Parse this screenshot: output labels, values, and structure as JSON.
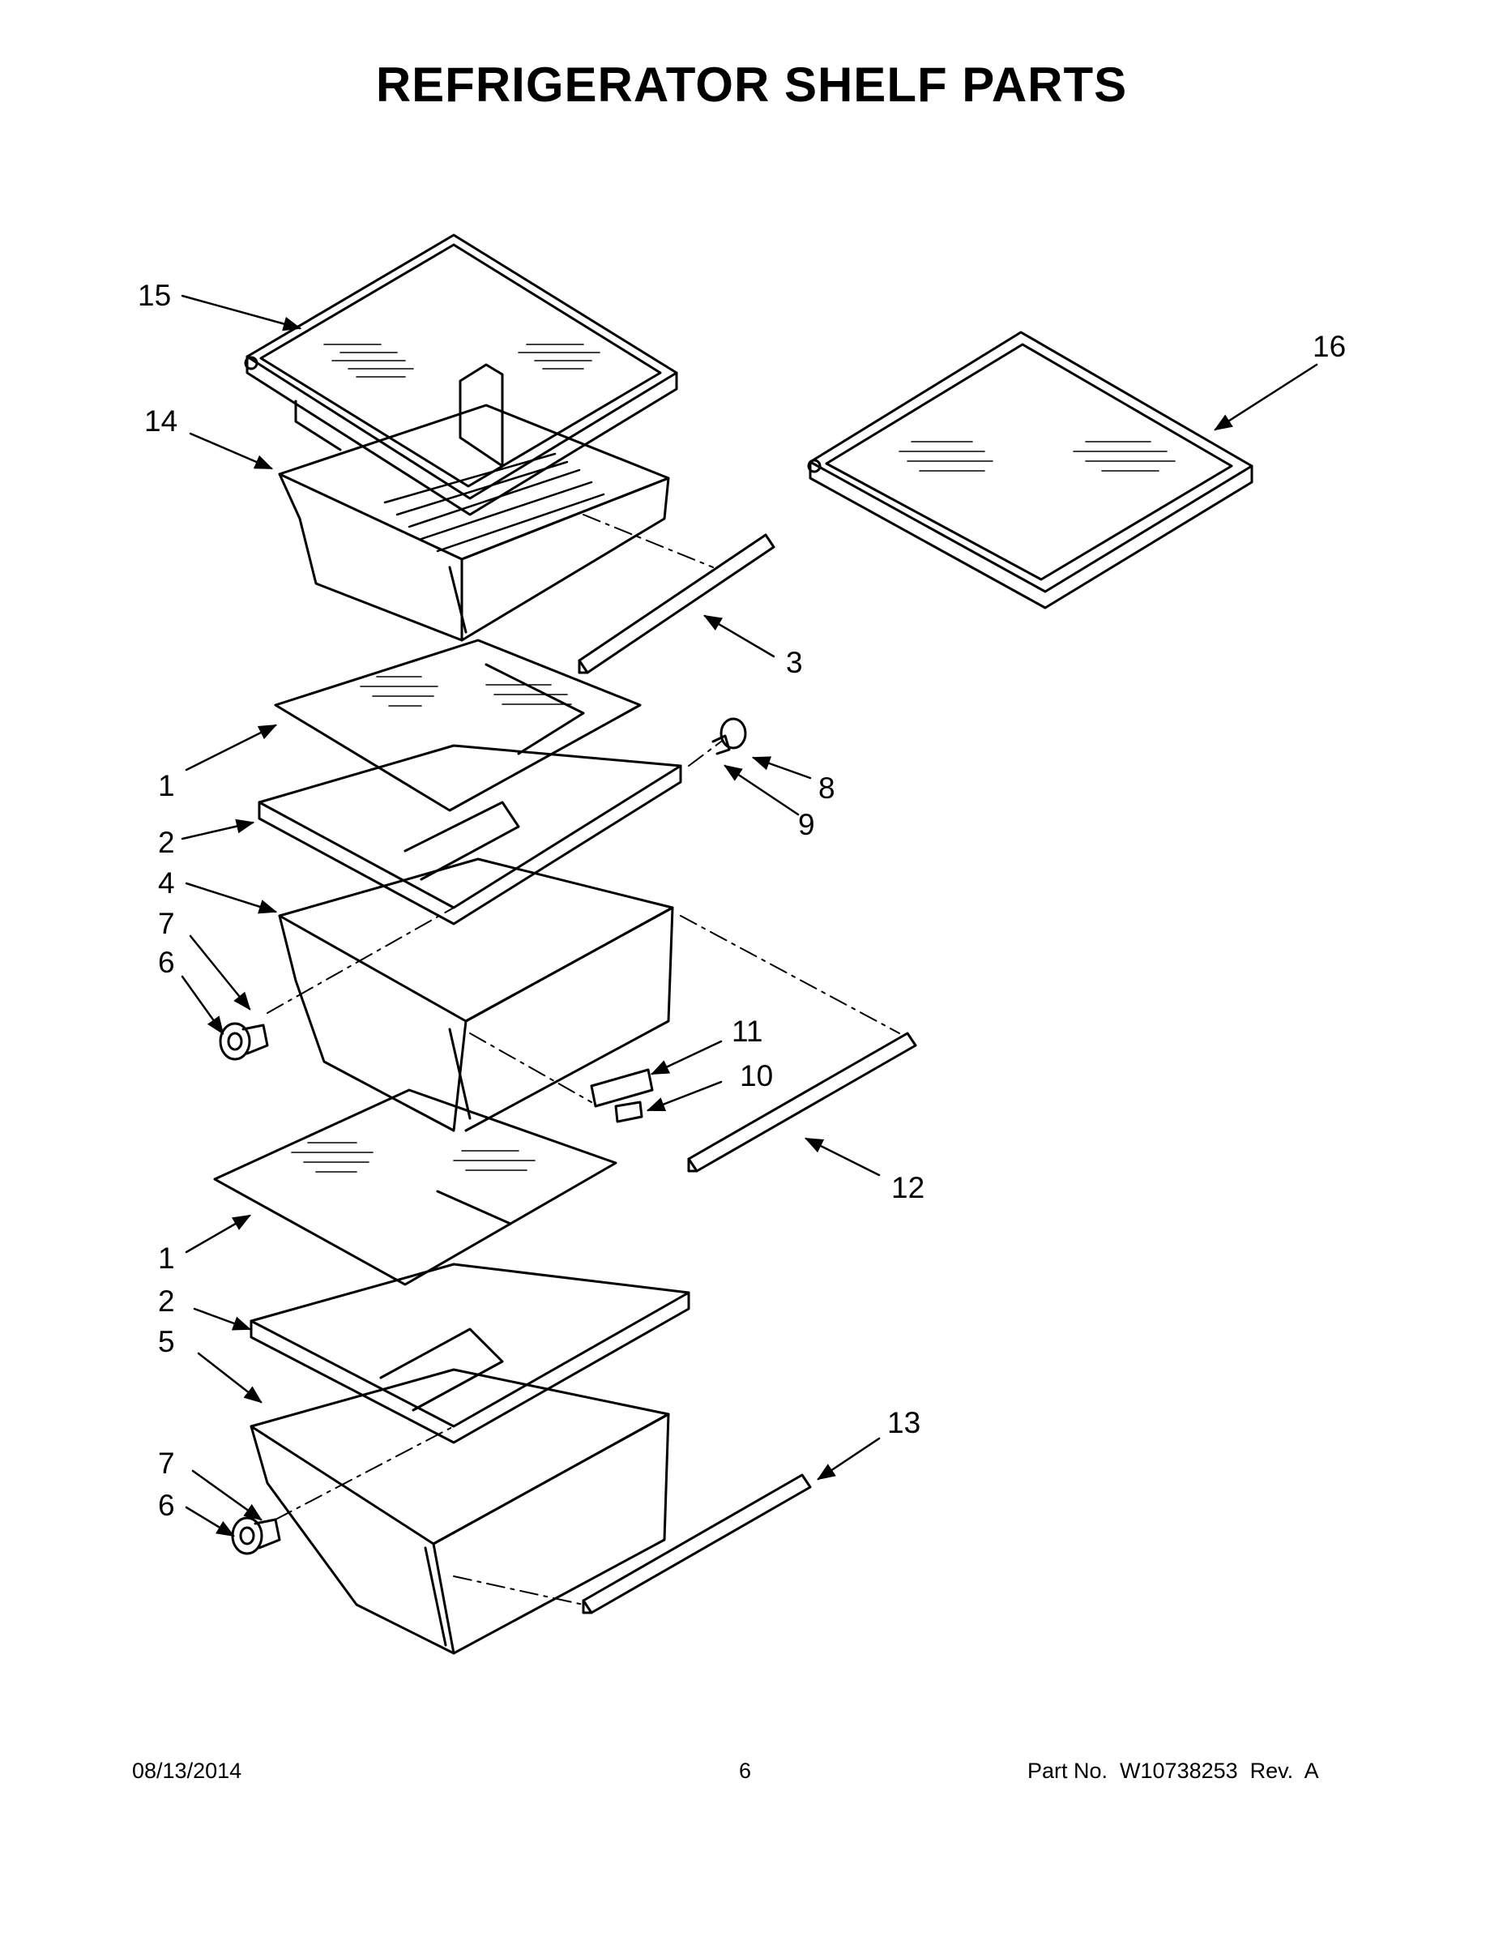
{
  "title": "REFRIGERATOR SHELF PARTS",
  "callouts": [
    "15",
    "14",
    "16",
    "3",
    "1",
    "8",
    "9",
    "2",
    "4",
    "7",
    "6",
    "11",
    "10",
    "12",
    "1",
    "2",
    "5",
    "13",
    "7",
    "6"
  ],
  "footer": {
    "date": "08/13/2014",
    "page_number": "6",
    "part_number": "Part No.  W10738253  Rev.  A"
  }
}
